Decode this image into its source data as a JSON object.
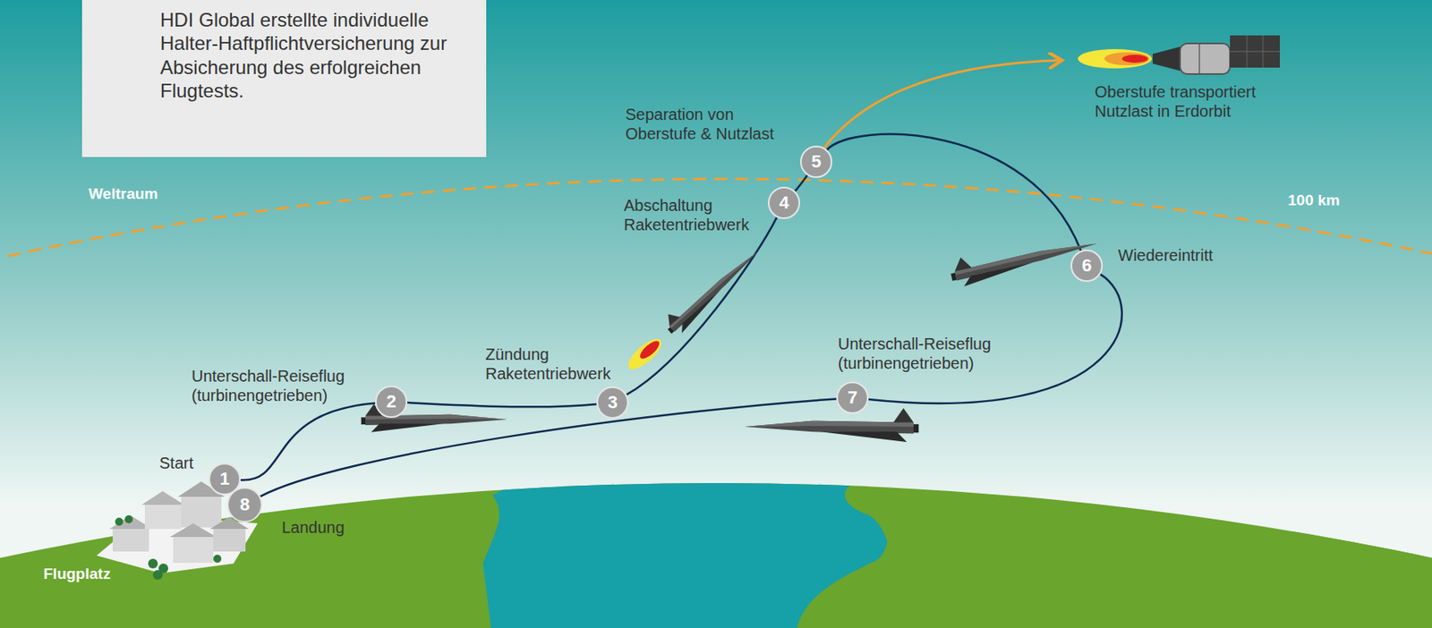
{
  "diagram": {
    "nodes": [
      {
        "text": [
          "HDI Global erstellte individuelle Halter-Haftpflichtversicherung zur Absicherung des erfolgreichen Flugtests."
        ]
      },
      {
        "text": [
          "1"
        ]
      },
      {
        "text": [
          "2"
        ]
      },
      {
        "text": [
          "3"
        ]
      },
      {
        "text": [
          "4"
        ]
      },
      {
        "text": [
          "5"
        ]
      },
      {
        "text": [
          "6"
        ]
      },
      {
        "text": [
          "7"
        ]
      },
      {
        "text": [
          "8"
        ]
      }
    ],
    "edges": [
      {
        "from": 1,
        "to": 2,
        "arrow": "none"
      },
      {
        "from": 2,
        "to": 3,
        "arrow": "none"
      },
      {
        "from": 3,
        "to": 4,
        "arrow": "none"
      },
      {
        "from": 4,
        "to": 5,
        "arrow": "none"
      },
      {
        "from": 5,
        "to": 6,
        "arrow": "none"
      },
      {
        "from": 6,
        "to": 7,
        "arrow": "none"
      },
      {
        "from": 7,
        "to": 8,
        "arrow": "none"
      }
    ],
    "labels": [
      "Weltraum",
      "100 km",
      "Flugplatz",
      "Start",
      "Landung",
      "Unterschall-Reiseflug (turbinengetrieben)",
      "Zündung Raketentriebwerk",
      "Abschaltung Raketentriebwerk",
      "Separation von Oberstufe & Nutzlast",
      "Oberstufe transportiert Nutzlast in Erdorbit",
      "Wiedereintritt",
      "Unterschall-Reiseflug (turbinengetrieben)"
    ]
  }
}
